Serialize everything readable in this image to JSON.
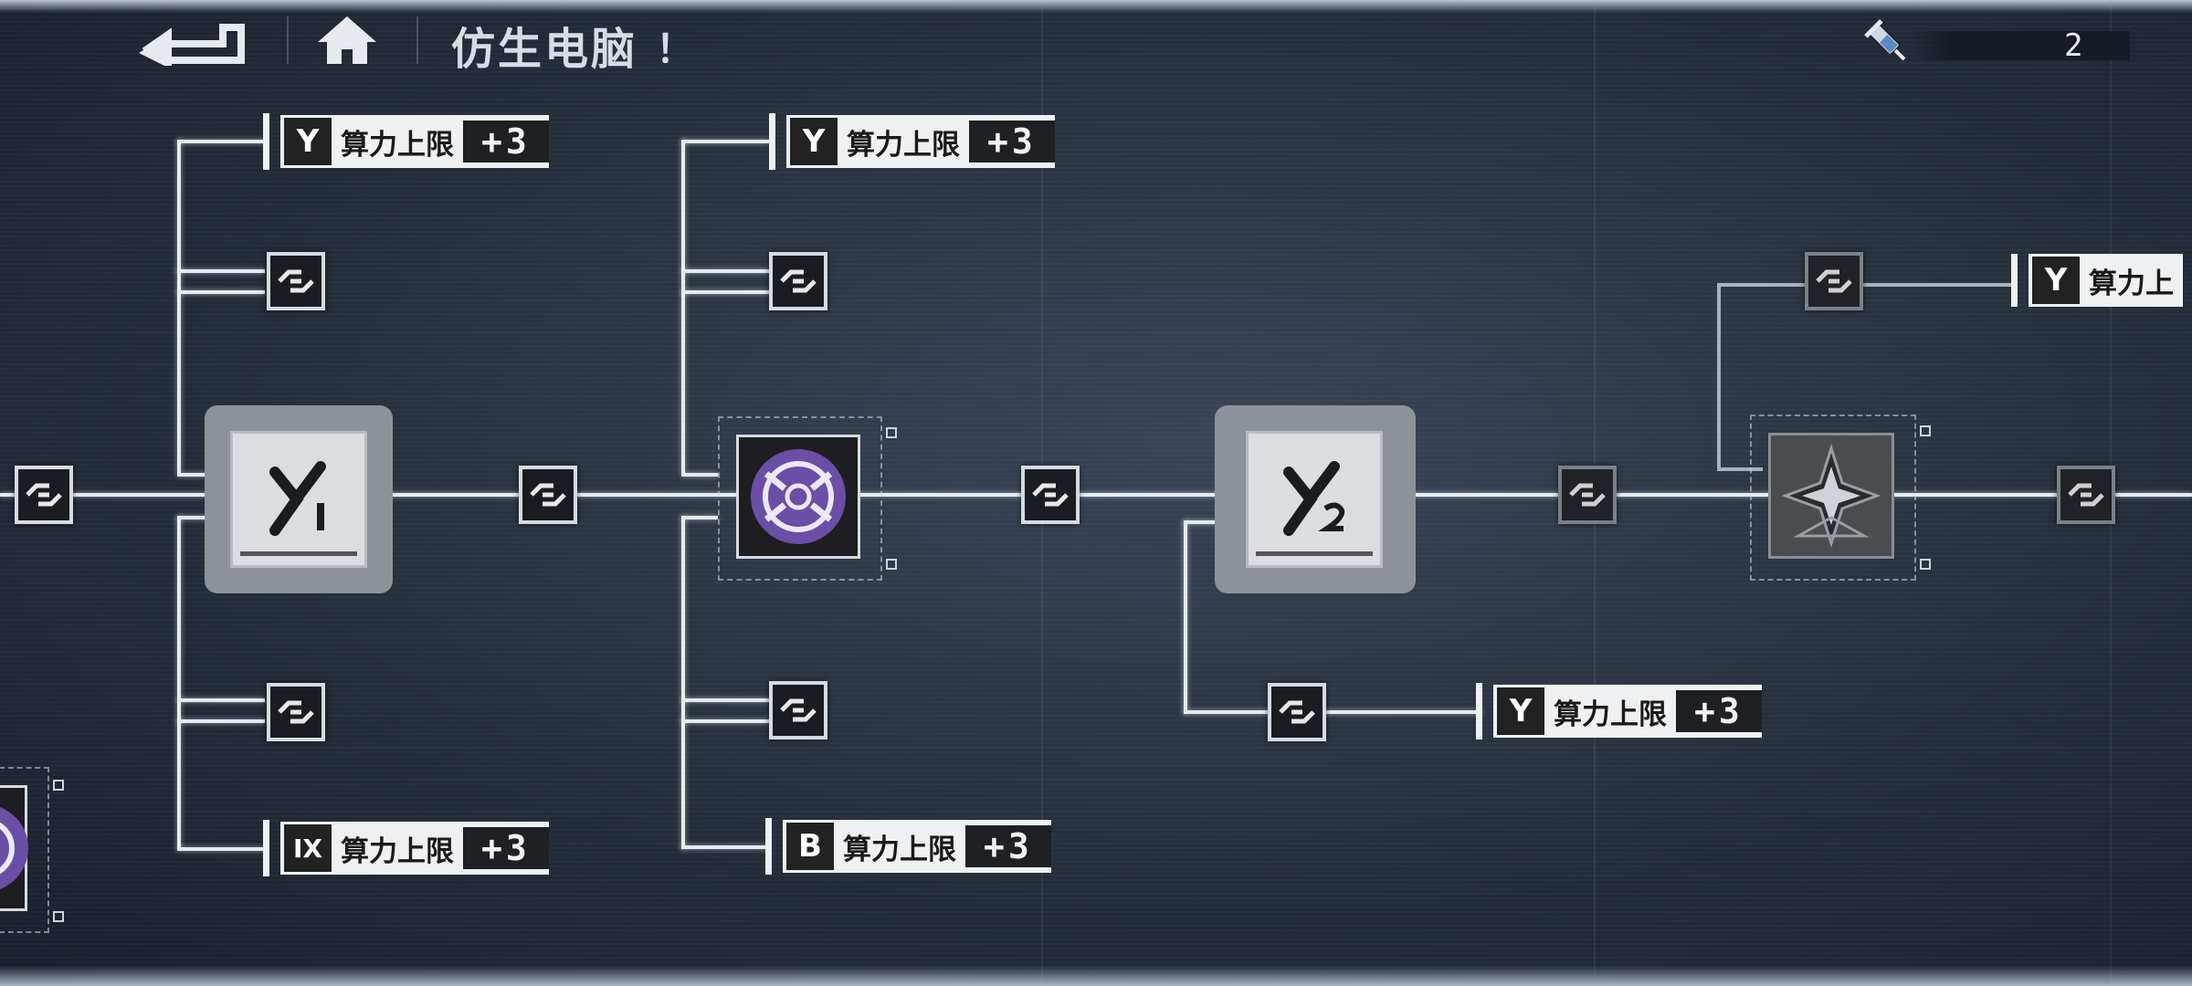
{
  "header": {
    "title": "仿生电脑",
    "title_mark": "！",
    "back_icon": "back-arrow-icon",
    "home_icon": "home-icon",
    "resource_icon": "syringe-icon",
    "resource_count": "2"
  },
  "bonus_labels": [
    {
      "icon_text": "Y",
      "text": "算力上限",
      "value": "+3"
    },
    {
      "icon_text": "Y",
      "text": "算力上限",
      "value": "+3"
    },
    {
      "icon_text": "IX",
      "text": "算力上限",
      "value": "+3"
    },
    {
      "icon_text": "B",
      "text": "算力上限",
      "value": "+3"
    },
    {
      "icon_text": "Y",
      "text": "算力上限",
      "value": "+3"
    },
    {
      "icon_text": "Y",
      "text": "算力上",
      "value": ""
    }
  ],
  "major_nodes": [
    {
      "name": "module-1",
      "icon": "y1-chip-icon",
      "state": "unlocked"
    },
    {
      "name": "module-core",
      "icon": "target-reticle-icon",
      "state": "selected",
      "accent": "#6b4ea6"
    },
    {
      "name": "module-2",
      "icon": "y2-chip-icon",
      "state": "unlocked"
    },
    {
      "name": "module-locked",
      "icon": "star-burst-icon",
      "state": "locked"
    }
  ],
  "colors": {
    "background": "#262d3b",
    "line": "#e6ebf0",
    "accent_purple": "#6b4ea6"
  }
}
